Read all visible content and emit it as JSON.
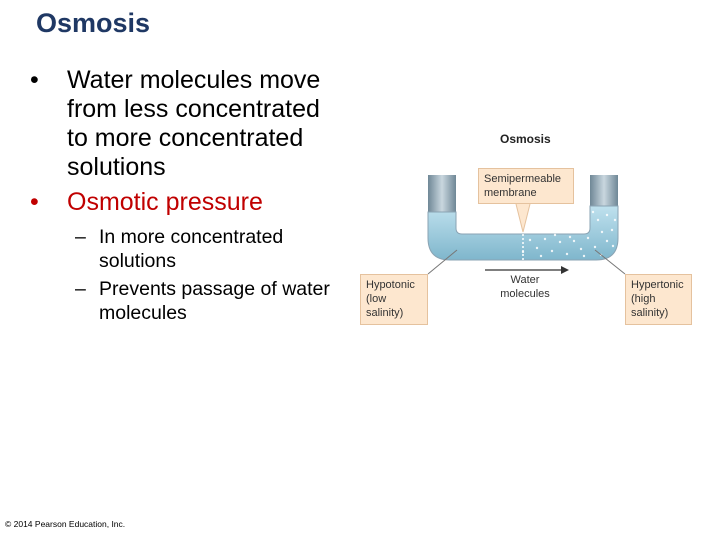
{
  "slide": {
    "title": "Osmosis",
    "bullets": [
      {
        "marker": "•",
        "text": "Water molecules move from less concentrated to more concentrated solutions"
      },
      {
        "marker": "•",
        "text": "Osmotic pressure"
      }
    ],
    "subbullets": [
      {
        "marker": "–",
        "text": "In more concentrated solutions"
      },
      {
        "marker": "–",
        "text": "Prevents passage of water molecules"
      }
    ],
    "copyright": "© 2014 Pearson Education, Inc."
  },
  "figure": {
    "label": "Osmosis",
    "membrane_label": "Semipermeable membrane",
    "water_label": "Water molecules",
    "hypotonic_label": "Hypotonic (low salinity)",
    "hypertonic_label": "Hypertonic (high salinity)",
    "colors": {
      "tube_glass": "#8aa3b3",
      "liquid": "#9fcde0",
      "label_box": "#fde7cf",
      "title": "#1f3864",
      "highlight": "#c00000"
    }
  }
}
